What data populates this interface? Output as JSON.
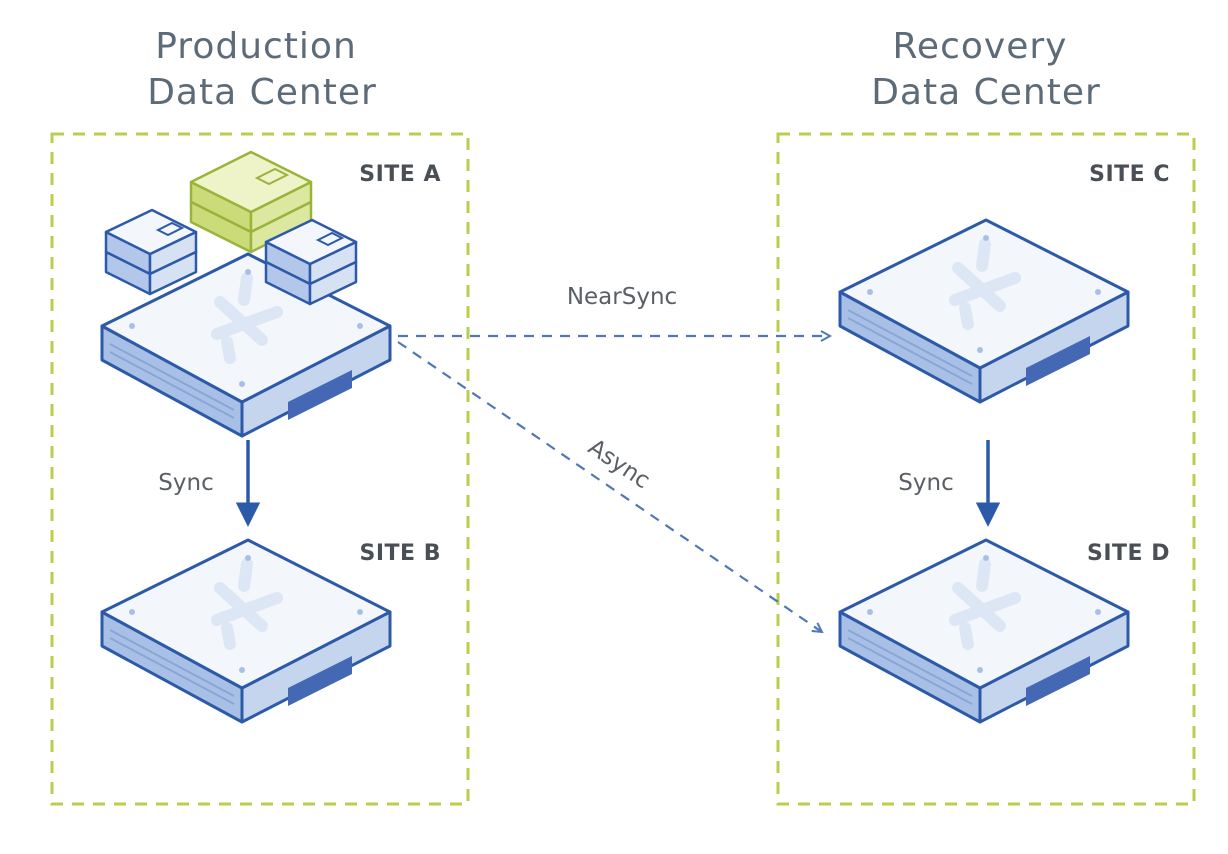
{
  "datacenters": {
    "production": {
      "title_line1": "Production",
      "title_line2": "Data Center"
    },
    "recovery": {
      "title_line1": "Recovery",
      "title_line2": "Data Center"
    }
  },
  "sites": {
    "a": "SITE A",
    "b": "SITE B",
    "c": "SITE C",
    "d": "SITE D"
  },
  "links": {
    "production_sync": "Sync",
    "recovery_sync": "Sync",
    "nearsync": "NearSync",
    "async": "Async"
  },
  "colors": {
    "zone_border": "#b5cf4e",
    "node_outline": "#2d5aa8",
    "node_face": "#a9c0e6",
    "node_top": "#f3f6fb",
    "node_accent": "#4468b4",
    "highlight_box": "#e3ecb0",
    "link": "#5177b8"
  }
}
